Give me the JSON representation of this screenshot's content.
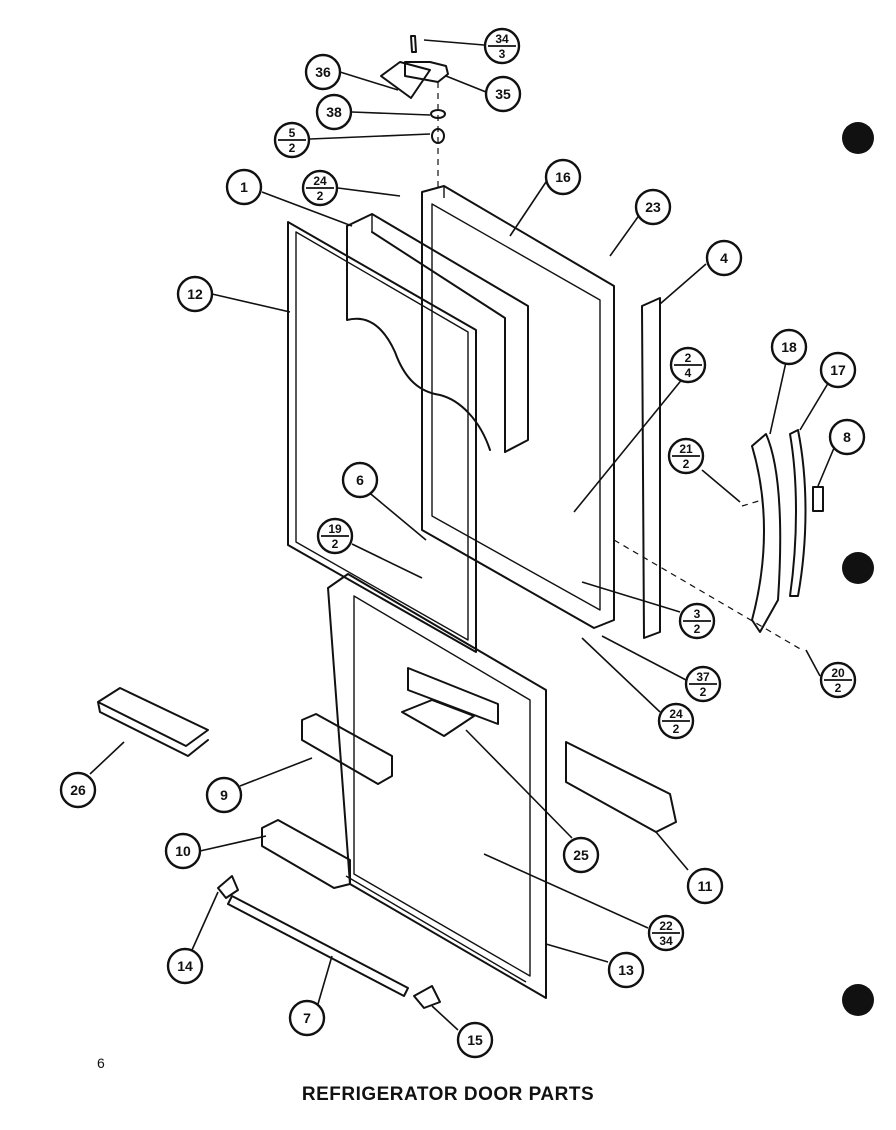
{
  "title": "REFRIGERATOR DOOR PARTS",
  "page_number": "6",
  "callouts": [
    {
      "id": "c-34-3",
      "top": "34",
      "bottom": "3"
    },
    {
      "id": "c-36",
      "label": "36"
    },
    {
      "id": "c-35",
      "label": "35"
    },
    {
      "id": "c-38",
      "label": "38"
    },
    {
      "id": "c-5-2",
      "top": "5",
      "bottom": "2"
    },
    {
      "id": "c-24-2-top",
      "top": "24",
      "bottom": "2"
    },
    {
      "id": "c-1",
      "label": "1"
    },
    {
      "id": "c-16",
      "label": "16"
    },
    {
      "id": "c-23",
      "label": "23"
    },
    {
      "id": "c-12",
      "label": "12"
    },
    {
      "id": "c-4",
      "label": "4"
    },
    {
      "id": "c-2-4",
      "top": "2",
      "bottom": "4"
    },
    {
      "id": "c-18",
      "label": "18"
    },
    {
      "id": "c-17",
      "label": "17"
    },
    {
      "id": "c-8",
      "label": "8"
    },
    {
      "id": "c-21-2",
      "top": "21",
      "bottom": "2"
    },
    {
      "id": "c-6",
      "label": "6"
    },
    {
      "id": "c-19-2",
      "top": "19",
      "bottom": "2"
    },
    {
      "id": "c-3-2",
      "top": "3",
      "bottom": "2"
    },
    {
      "id": "c-37-2",
      "top": "37",
      "bottom": "2"
    },
    {
      "id": "c-20-2",
      "top": "20",
      "bottom": "2"
    },
    {
      "id": "c-24-2-bottom",
      "top": "24",
      "bottom": "2"
    },
    {
      "id": "c-26",
      "label": "26"
    },
    {
      "id": "c-9",
      "label": "9"
    },
    {
      "id": "c-25",
      "label": "25"
    },
    {
      "id": "c-11",
      "label": "11"
    },
    {
      "id": "c-10",
      "label": "10"
    },
    {
      "id": "c-22-34",
      "top": "22",
      "bottom": "34"
    },
    {
      "id": "c-14",
      "label": "14"
    },
    {
      "id": "c-13",
      "label": "13"
    },
    {
      "id": "c-7",
      "label": "7"
    },
    {
      "id": "c-15",
      "label": "15"
    }
  ]
}
